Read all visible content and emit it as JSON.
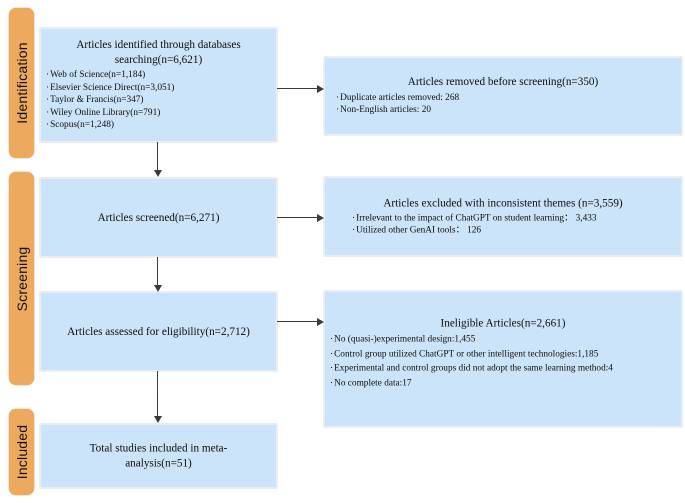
{
  "diagram": {
    "type": "prisma-flow-diagram",
    "colors": {
      "box_fill": "#cbe4f9",
      "stage_fill": "#eda95e",
      "connector": "#3a3a3a",
      "background": "#ffffff"
    },
    "stages": [
      {
        "id": "identification",
        "label": "Identification"
      },
      {
        "id": "screening",
        "label": "Screening"
      },
      {
        "id": "included",
        "label": "Included"
      }
    ],
    "boxes": {
      "identified": {
        "title_line1": "Articles identified through databases",
        "title_line2": "searching(n=6,621)",
        "bullets": [
          "Web of Science(n=1,184)",
          "Elsevier Science Direct(n=3,051)",
          "Taylor & Francis(n=347)",
          "Wiley Online Library(n=791)",
          "Scopus(n=1,248)"
        ]
      },
      "removed_before_screening": {
        "title": "Articles removed before screening(n=350)",
        "bullets": [
          "Duplicate articles removed: 268",
          "Non-English articles: 20"
        ]
      },
      "screened": {
        "title": "Articles screened(n=6,271)"
      },
      "excluded_inconsistent": {
        "title": "Articles excluded with inconsistent themes (n=3,559)",
        "bullets": [
          "Irrelevant to the impact of ChatGPT on student learning： 3,433",
          "Utilized other GenAI tools： 126"
        ]
      },
      "assessed_eligibility": {
        "title": "Articles assessed for eligibility(n=2,712)"
      },
      "ineligible": {
        "title": "Ineligible Articles(n=2,661)",
        "bullets": [
          "No (quasi-)experimental design:1,455",
          "Control group utilized ChatGPT or other intelligent technologies:1,185",
          "Experimental and control groups did not adopt the same learning method:4",
          "No complete data:17"
        ]
      },
      "included_total": {
        "title_line1": "Total studies included in meta-",
        "title_line2": "analysis(n=51)"
      }
    }
  }
}
